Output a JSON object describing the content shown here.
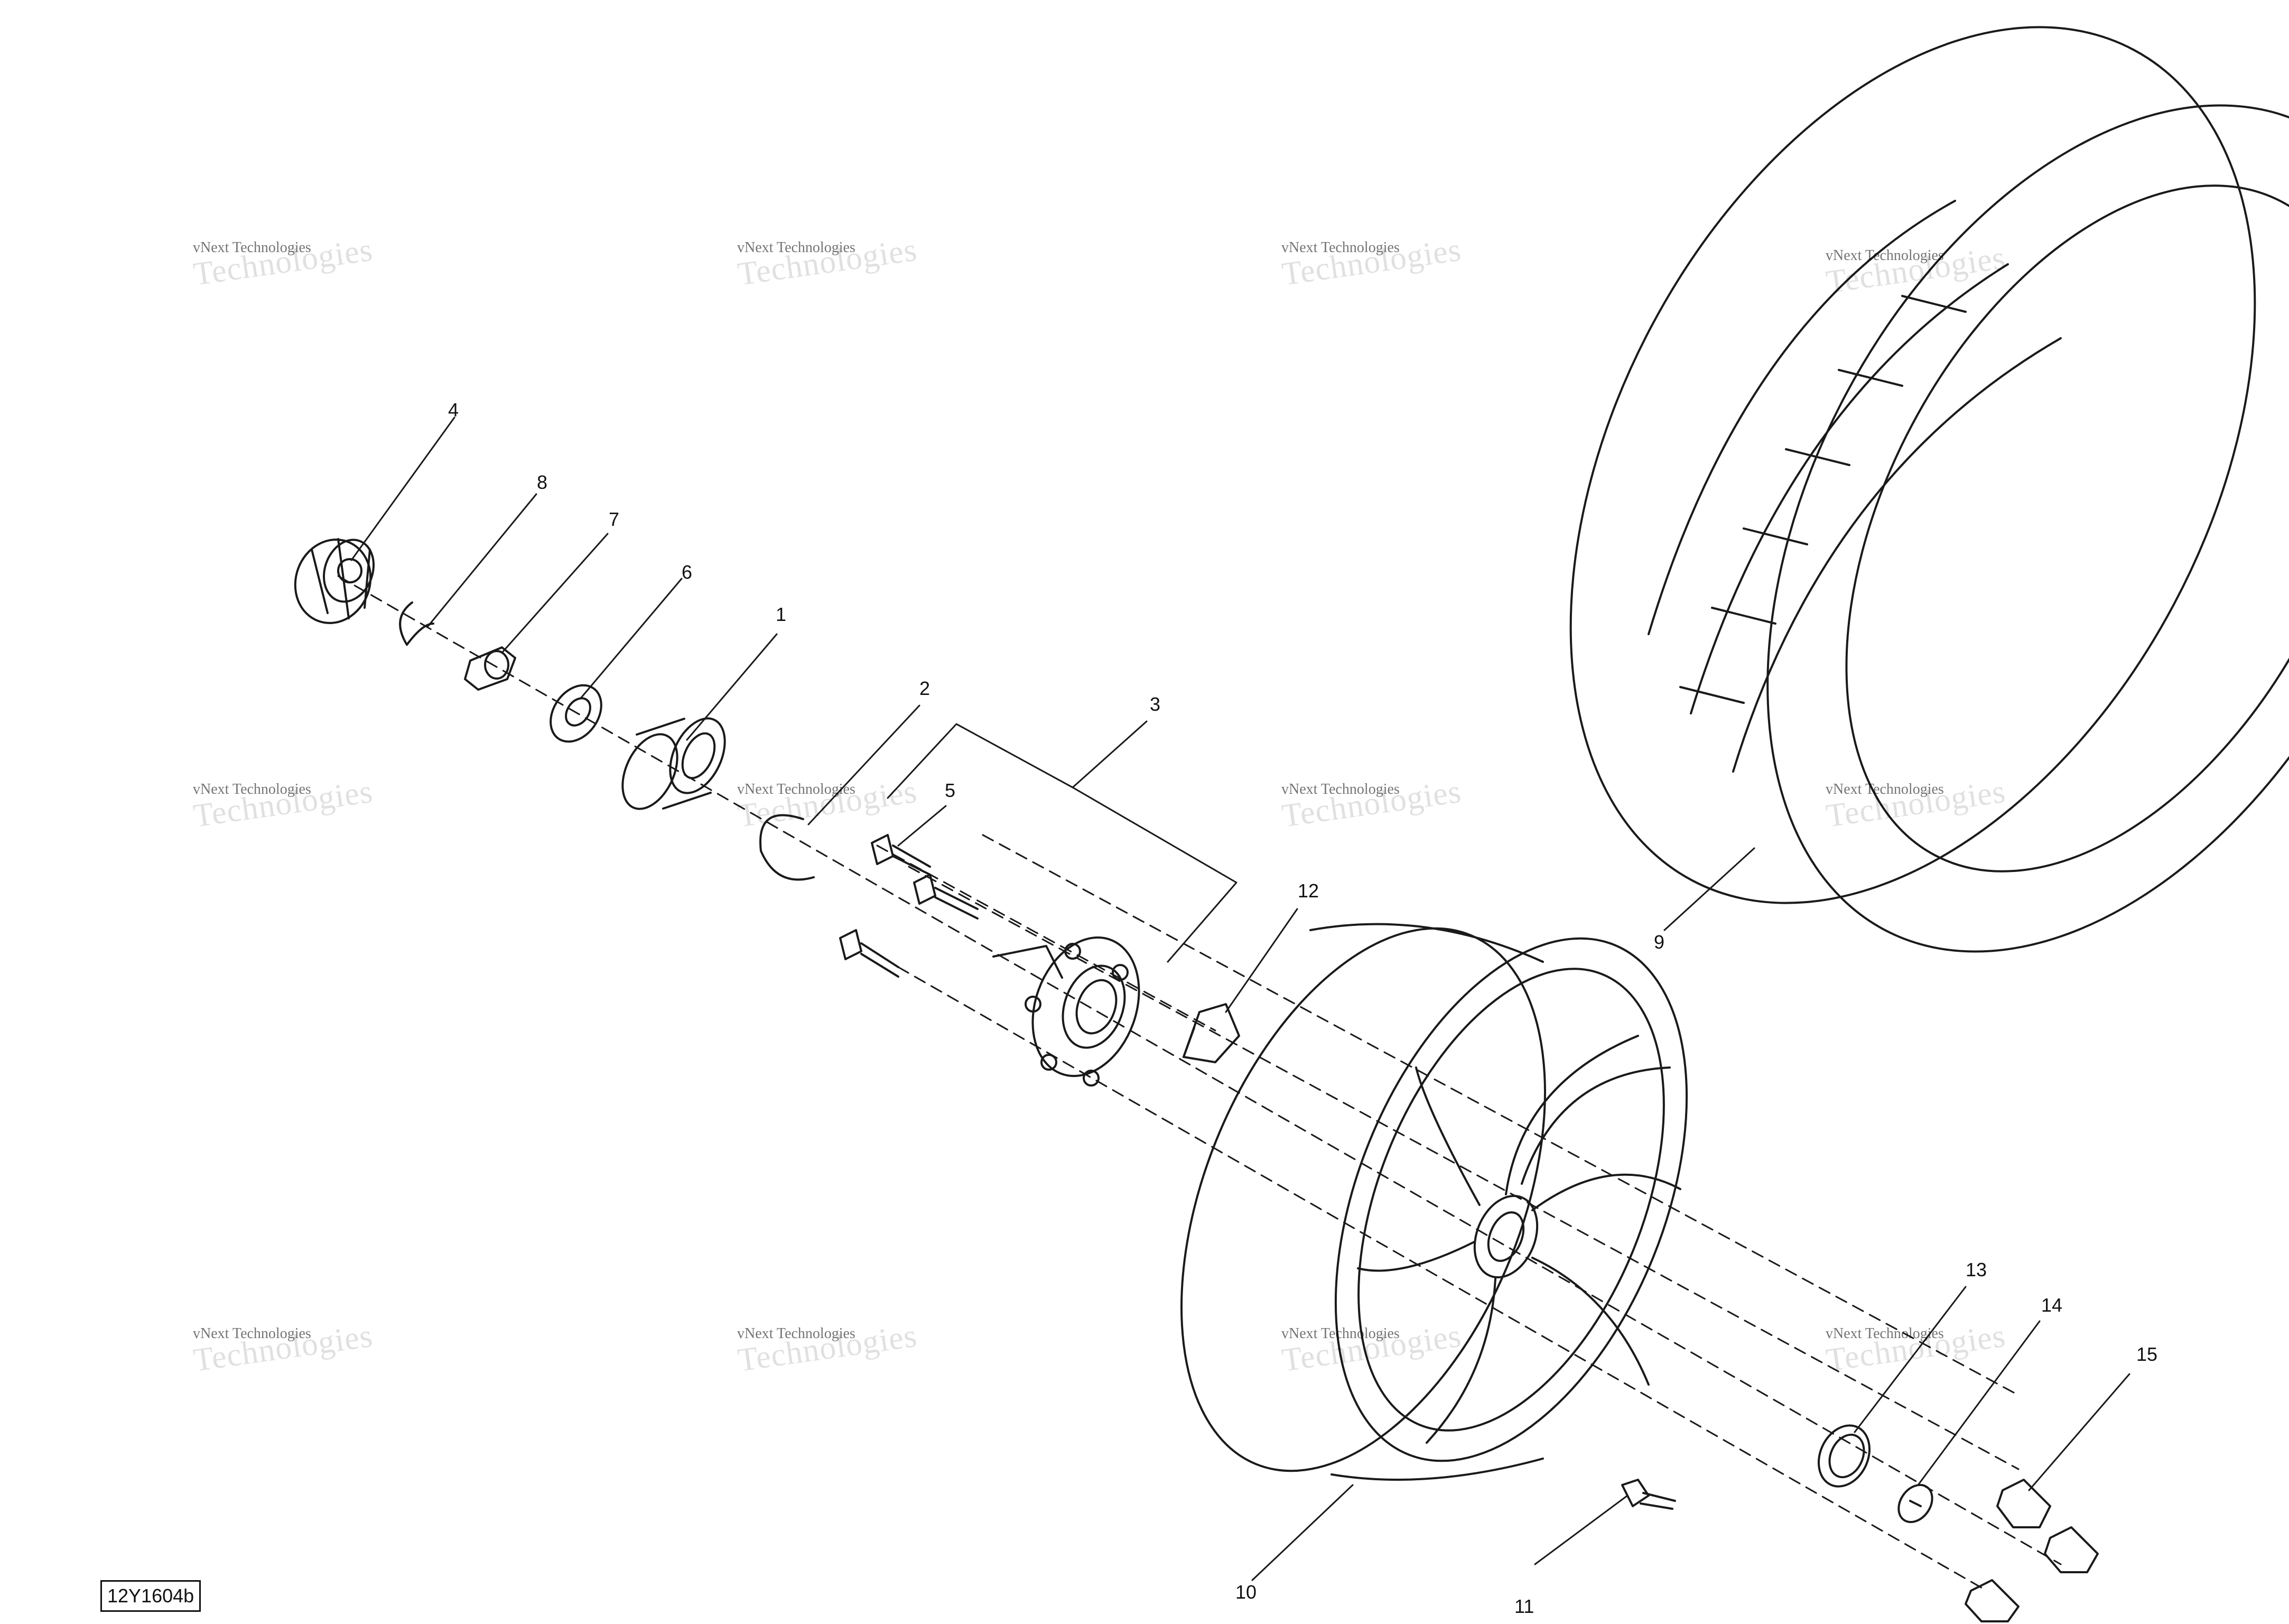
{
  "drawing_id": "12Y1604b",
  "watermark": {
    "line1": "vNext Technologies",
    "line2": "Technologies"
  },
  "callouts": [
    {
      "id": "1",
      "text": "1"
    },
    {
      "id": "2",
      "text": "2"
    },
    {
      "id": "3",
      "text": "3"
    },
    {
      "id": "4",
      "text": "4"
    },
    {
      "id": "5",
      "text": "5"
    },
    {
      "id": "6",
      "text": "6"
    },
    {
      "id": "7",
      "text": "7"
    },
    {
      "id": "8",
      "text": "8"
    },
    {
      "id": "9",
      "text": "9"
    },
    {
      "id": "10",
      "text": "10"
    },
    {
      "id": "11",
      "text": "11"
    },
    {
      "id": "12",
      "text": "12"
    },
    {
      "id": "13",
      "text": "13"
    },
    {
      "id": "14",
      "text": "14"
    },
    {
      "id": "15",
      "text": "15"
    }
  ],
  "colors": {
    "line": "#1a1a1a",
    "background": "#ffffff"
  }
}
